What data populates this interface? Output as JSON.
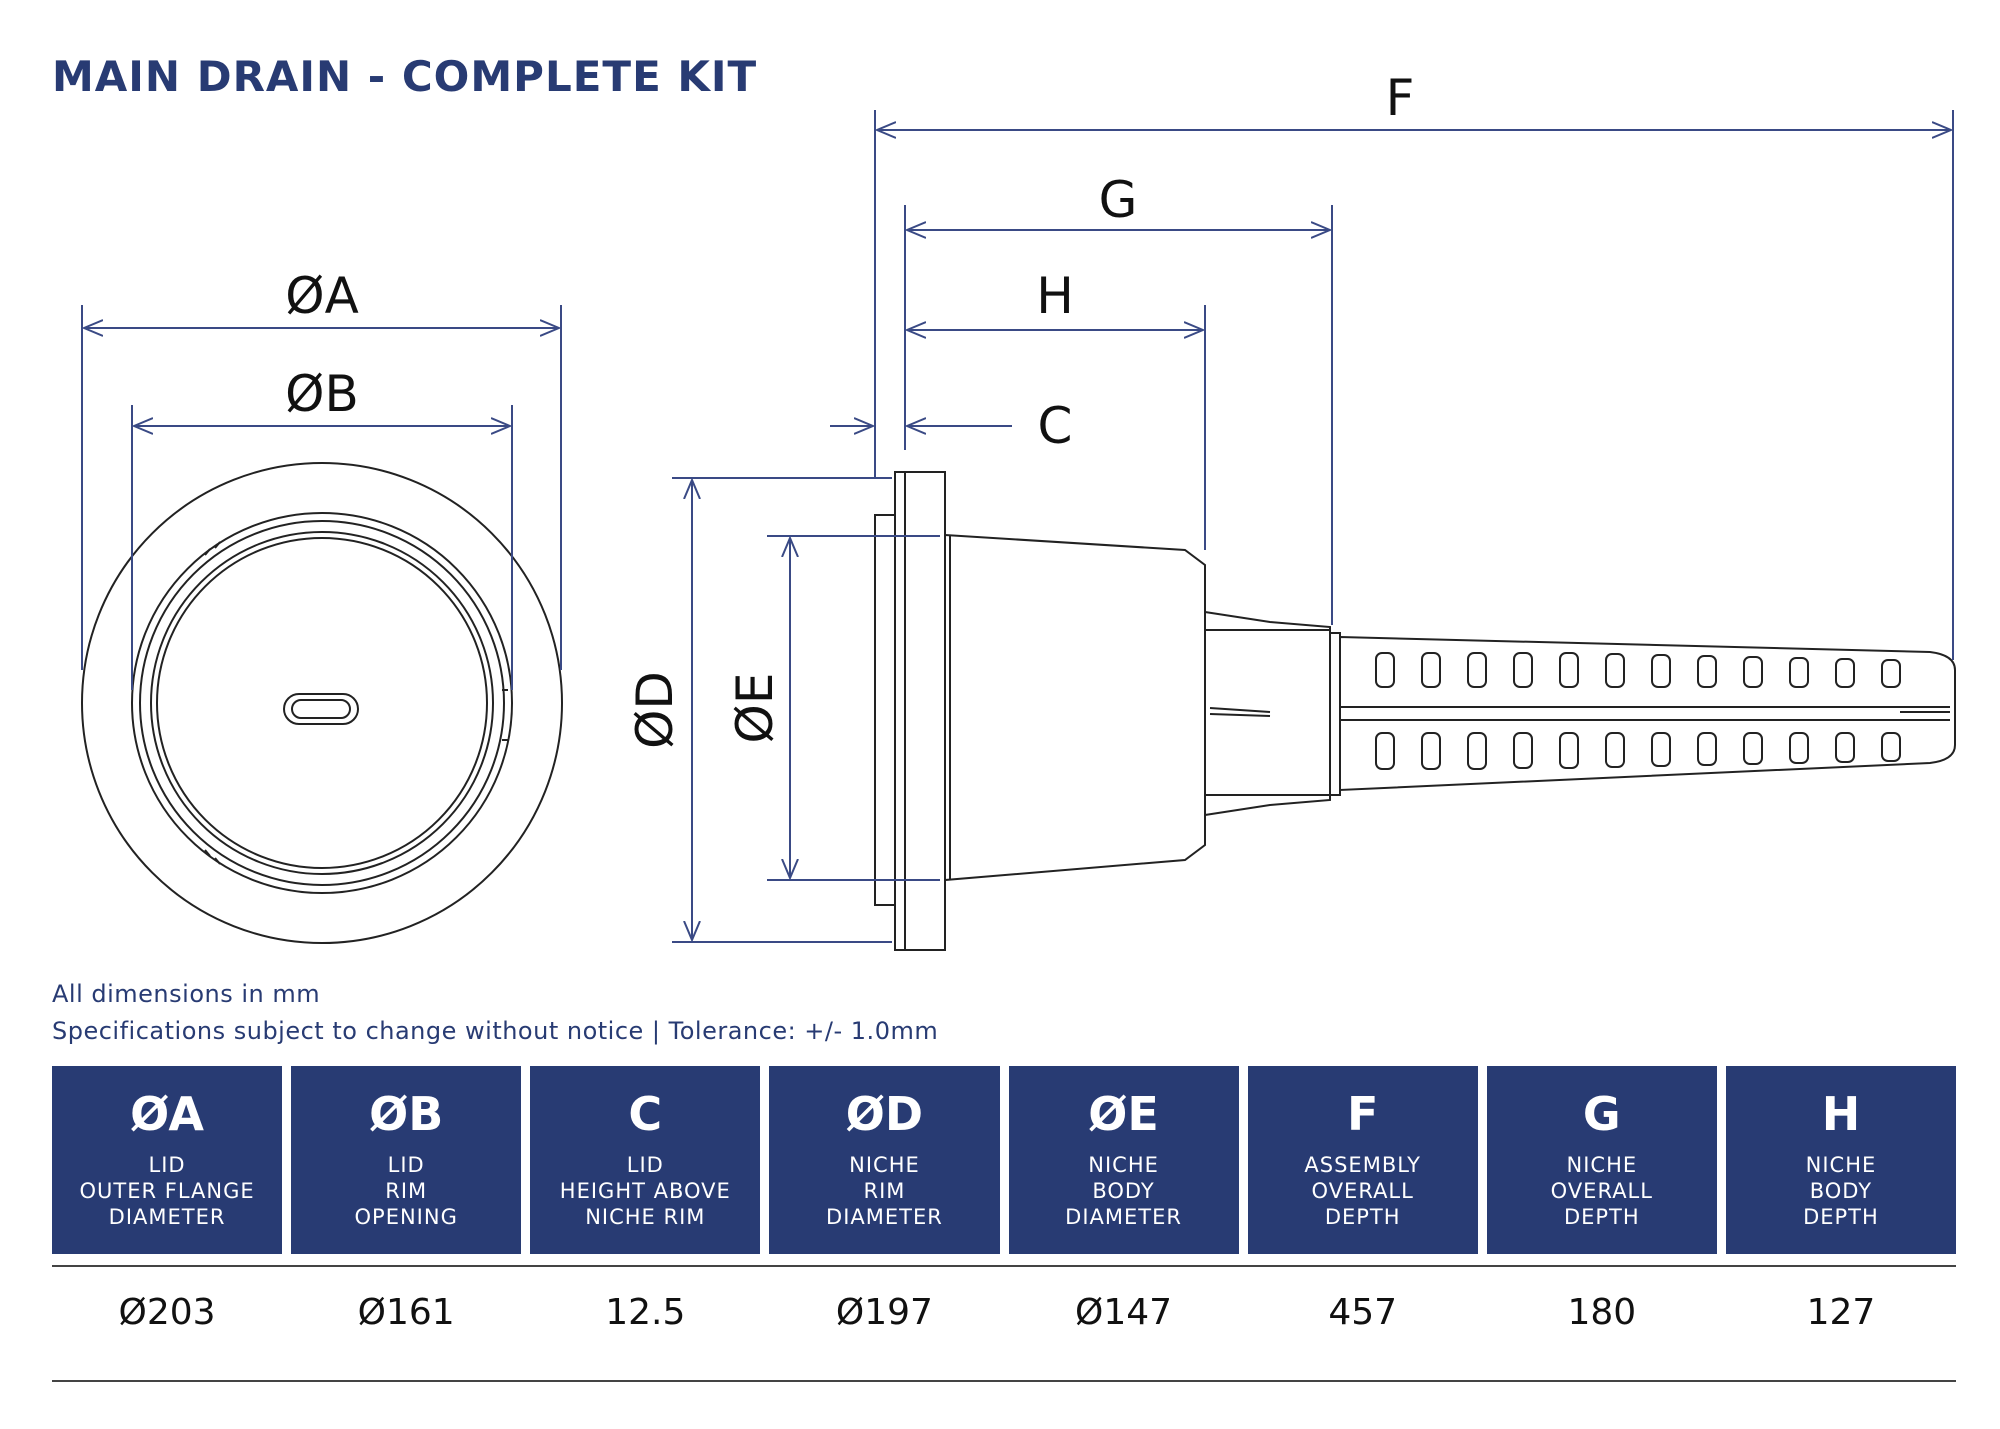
{
  "title": "MAIN DRAIN - COMPLETE KIT",
  "dimension_labels": {
    "a": "ØA",
    "b": "ØB",
    "c": "C",
    "d": "ØD",
    "e": "ØE",
    "f": "F",
    "g": "G",
    "h": "H"
  },
  "notes": {
    "units": "All dimensions in mm",
    "spec": "Specifications subject to change without notice | Tolerance: +/- 1.0mm"
  },
  "table": {
    "columns": [
      {
        "symbol": "ØA",
        "description": "LID\nOUTER FLANGE\nDIAMETER",
        "value": "Ø203"
      },
      {
        "symbol": "ØB",
        "description": "LID\nRIM\nOPENING",
        "value": "Ø161"
      },
      {
        "symbol": "C",
        "description": "LID\nHEIGHT ABOVE\nNICHE RIM",
        "value": "12.5"
      },
      {
        "symbol": "ØD",
        "description": "NICHE\nRIM\nDIAMETER",
        "value": "Ø197"
      },
      {
        "symbol": "ØE",
        "description": "NICHE\nBODY\nDIAMETER",
        "value": "Ø147"
      },
      {
        "symbol": "F",
        "description": "ASSEMBLY\nOVERALL\nDEPTH",
        "value": "457"
      },
      {
        "symbol": "G",
        "description": "NICHE\nOVERALL\nDEPTH",
        "value": "180"
      },
      {
        "symbol": "H",
        "description": "NICHE\nBODY\nDEPTH",
        "value": "127"
      }
    ]
  },
  "colors": {
    "brand_navy": "#283b73",
    "dimension_line": "#3a4a85",
    "outline": "#222222"
  }
}
